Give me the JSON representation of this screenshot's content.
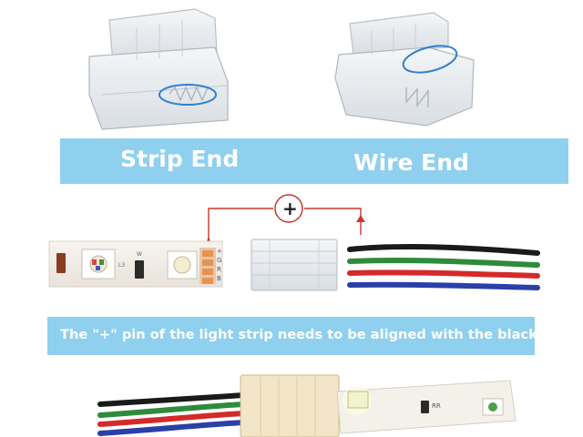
{
  "banners": {
    "strip_end_label": "Strip End",
    "wire_end_label": "Wire End",
    "instruction": "The \"+\" pin of the light strip needs to be aligned with the black cord."
  },
  "diagram": {
    "plus_symbol": "+",
    "strip_pin_labels": [
      "+",
      "G",
      "R",
      "B"
    ],
    "strip_component_labels": [
      "L3",
      "W"
    ]
  },
  "bottom_strip": {
    "component_label": "RR"
  },
  "colors": {
    "banner": "#8fd0ee",
    "arrow": "#c9372c",
    "wire_black": "#1a1a1a",
    "wire_green": "#2e8b3a",
    "wire_red": "#d42a2a",
    "wire_blue": "#2b3fa8"
  }
}
